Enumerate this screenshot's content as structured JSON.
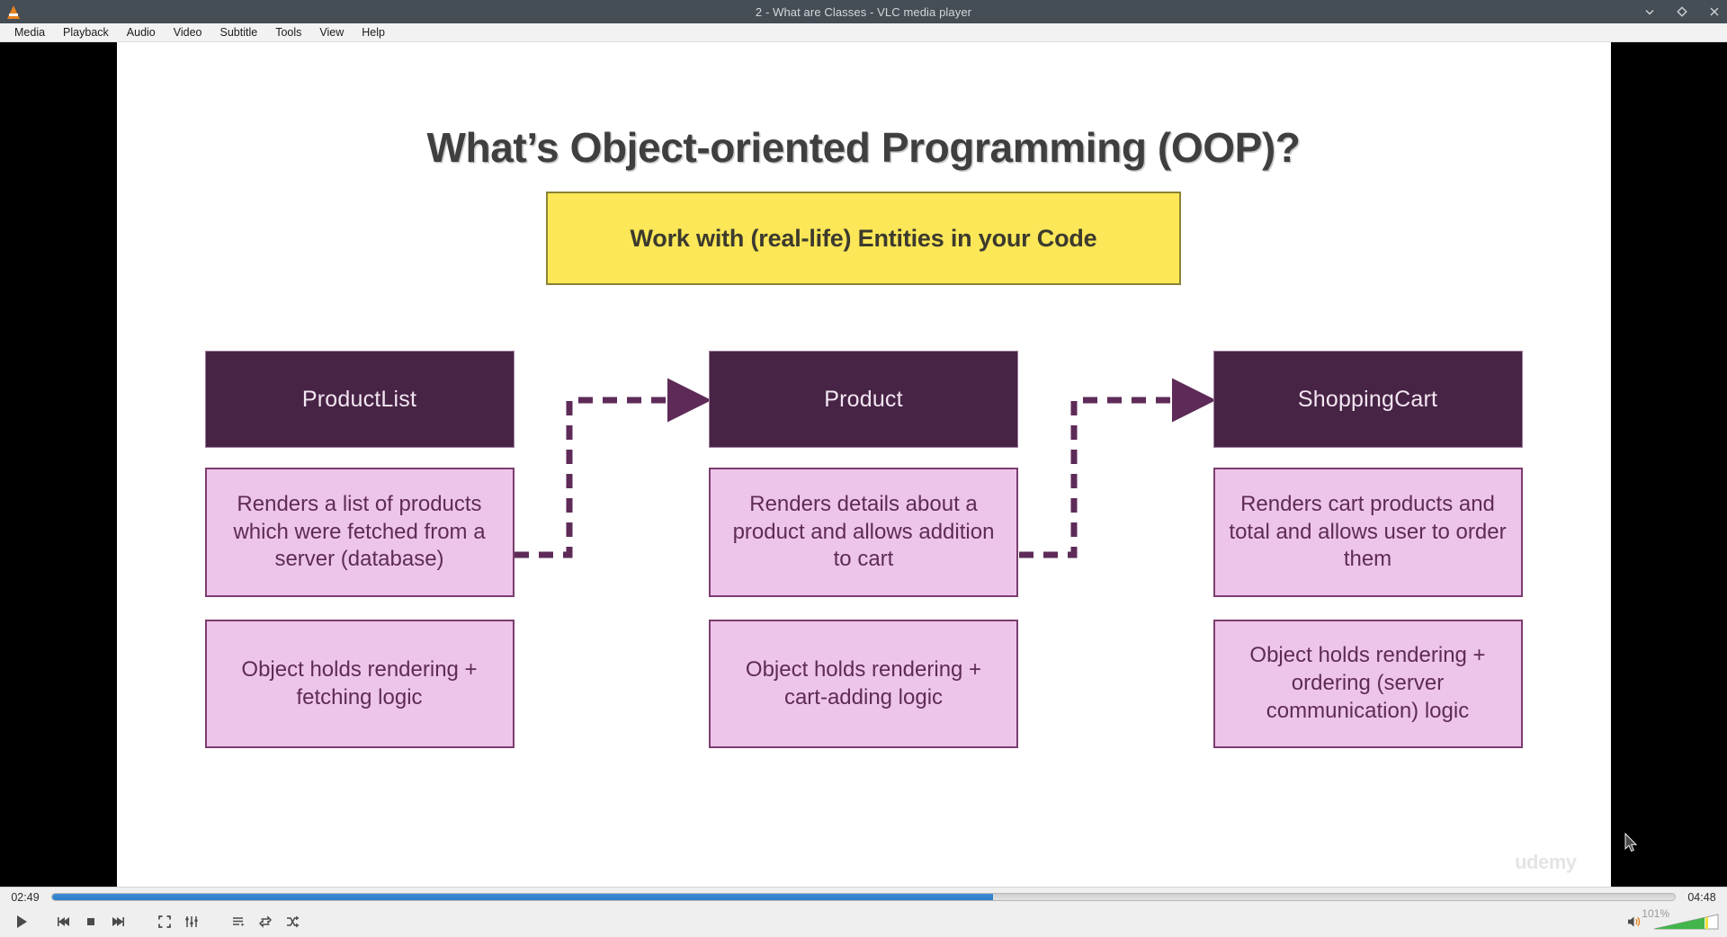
{
  "window": {
    "title": "2 - What are Classes - VLC media player",
    "app_icon": "vlc-cone-icon",
    "controls": [
      {
        "name": "minimize",
        "glyph": "chevron-down-icon"
      },
      {
        "name": "maximize",
        "glyph": "diamond-icon"
      },
      {
        "name": "close",
        "glyph": "close-icon"
      }
    ]
  },
  "menubar": {
    "items": [
      {
        "label": "Media"
      },
      {
        "label": "Playback"
      },
      {
        "label": "Audio"
      },
      {
        "label": "Video"
      },
      {
        "label": "Subtitle"
      },
      {
        "label": "Tools"
      },
      {
        "label": "View"
      },
      {
        "label": "Help"
      }
    ]
  },
  "slide": {
    "title": "What’s Object-oriented Programming (OOP)?",
    "banner": "Work with (real-life) Entities in your Code",
    "watermark": "udemy",
    "columns": [
      {
        "class_name": "ProductList",
        "description": "Renders a list of products which were fetched from a server (database)",
        "logic": "Object holds rendering + fetching logic"
      },
      {
        "class_name": "Product",
        "description": "Renders details about a product and allows addition to cart",
        "logic": "Object holds rendering + cart-adding logic"
      },
      {
        "class_name": "ShoppingCart",
        "description": "Renders cart products and total and allows user to order them",
        "logic": "Object holds rendering + ordering (server communication) logic"
      }
    ],
    "colors": {
      "banner_fill": "#fbe757",
      "banner_border": "#8b8235",
      "header_fill": "#472445",
      "box_fill": "#eec5ea",
      "box_border": "#7b3d6f",
      "text_purple": "#5e2b58",
      "title_gray": "#3f3f3f"
    }
  },
  "player": {
    "elapsed": "02:49",
    "total": "04:48",
    "progress_percent": 58,
    "volume_label": "101%",
    "volume_percent": 79,
    "buttons": [
      {
        "name": "play-button",
        "icon": "play-icon"
      },
      {
        "name": "previous-button",
        "icon": "previous-icon"
      },
      {
        "name": "stop-button",
        "icon": "stop-icon"
      },
      {
        "name": "next-button",
        "icon": "next-icon"
      },
      {
        "name": "fullscreen-button",
        "icon": "fullscreen-icon"
      },
      {
        "name": "extended-settings-button",
        "icon": "equalizer-icon"
      },
      {
        "name": "playlist-button",
        "icon": "playlist-icon"
      },
      {
        "name": "loop-button",
        "icon": "loop-icon"
      },
      {
        "name": "shuffle-button",
        "icon": "shuffle-icon"
      }
    ],
    "colors": {
      "seek_fill": "#2f81cd",
      "volume_fill": "#43b54a"
    }
  }
}
